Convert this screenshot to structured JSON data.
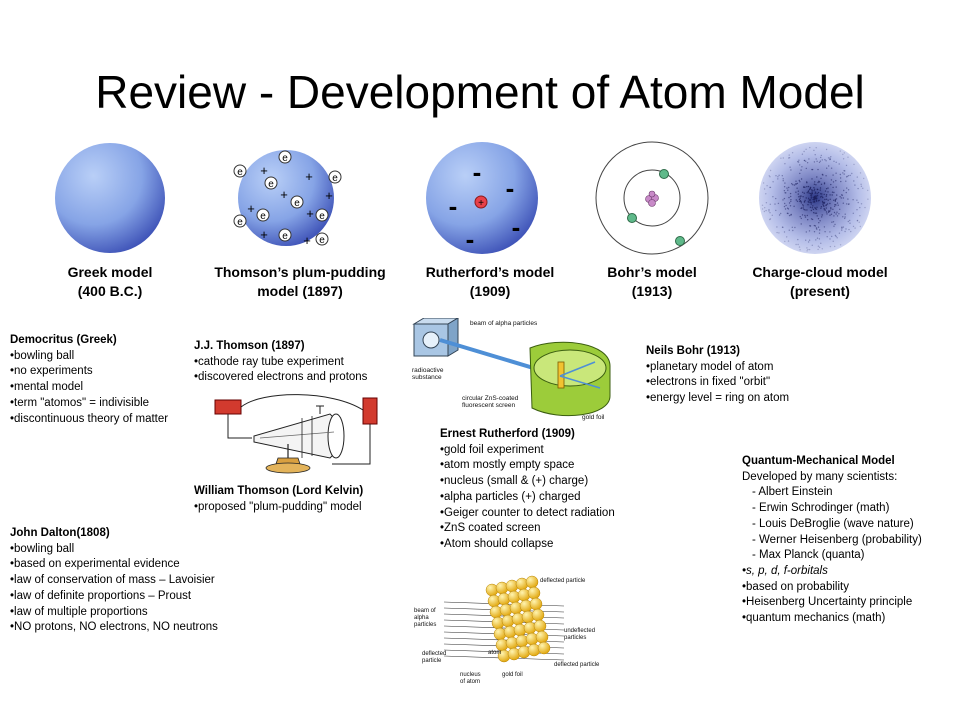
{
  "title": "Review - Development of Atom Model",
  "models": [
    {
      "name": "Greek model",
      "date": "(400 B.C.)"
    },
    {
      "name": "Thomson’s plum-pudding",
      "date": "model   (1897)"
    },
    {
      "name": "Rutherford’s model",
      "date": "(1909)"
    },
    {
      "name": "Bohr’s model",
      "date": "(1913)"
    },
    {
      "name": "Charge-cloud model",
      "date": "(present)"
    }
  ],
  "symbols": {
    "electron": "e",
    "plus": "+",
    "minus": "-"
  },
  "democritus": {
    "heading": "Democritus  (Greek)",
    "items": [
      "•bowling ball",
      "•no experiments",
      "•mental model",
      "•term \"atomos\" = indivisible",
      "•discontinuous theory of matter"
    ]
  },
  "dalton": {
    "heading": "John Dalton(1808)",
    "items": [
      "•bowling ball",
      "•based on experimental evidence",
      "•law of conservation of mass – Lavoisier",
      "•law of definite proportions – Proust",
      "•law of multiple proportions",
      "•NO protons, NO electrons, NO neutrons"
    ]
  },
  "jjthomson": {
    "heading": "J.J. Thomson (1897)",
    "items": [
      "•cathode ray tube experiment",
      "•discovered electrons and protons"
    ]
  },
  "kelvin": {
    "heading": "William Thomson (Lord Kelvin)",
    "items": [
      "•proposed \"plum-pudding\" model"
    ]
  },
  "rutherford": {
    "heading": "Ernest Rutherford  (1909)",
    "items": [
      "•gold foil experiment",
      "•atom mostly empty space",
      "•nucleus (small & (+) charge)",
      "•alpha particles (+) charged",
      "•Geiger counter to detect radiation",
      "•ZnS coated screen",
      "•Atom should collapse"
    ]
  },
  "bohr": {
    "heading": "Neils Bohr (1913)",
    "items": [
      "•planetary model of atom",
      "•electrons in fixed \"orbit\"",
      "•energy level = ring on atom"
    ]
  },
  "quantum": {
    "heading": "Quantum-Mechanical  Model",
    "intro": "Developed by many scientists:",
    "scientists": [
      "- Albert Einstein",
      "- Erwin Schrodinger (math)",
      "- Louis DeBroglie (wave  nature)",
      "- Werner  Heisenberg  (probability)",
      "- Max Planck (quanta)"
    ],
    "items": [
      "•s, p, d, f-orbitals",
      "•based on probability",
      "•Heisenberg Uncertainty principle",
      "•quantum mechanics (math)"
    ]
  },
  "apparatus_labels": {
    "beam": "beam of alpha particles",
    "source": "radioactive\nsubstance",
    "screen": "circular ZnS-coated\nfluorescent screen",
    "foil": "gold foil"
  },
  "scatter_labels": {
    "beam": "beam of\nalpha\nparticles",
    "deflected_top": "deflected particle",
    "undeflected": "undeflected\nparticles",
    "deflected_left": "deflected\nparticle",
    "atom": "atom",
    "deflected_bottom": "deflected particle",
    "foil": "gold foil",
    "nucleus": "nucleus\nof atom"
  },
  "colors": {
    "sphere_light": "#a9c2f2",
    "sphere_dark": "#2a3aa0",
    "nucleus": "#e8404a",
    "electron_green": "#5fb98a",
    "gold": "#f2c230",
    "apparatus_green": "#9ccc3a"
  }
}
